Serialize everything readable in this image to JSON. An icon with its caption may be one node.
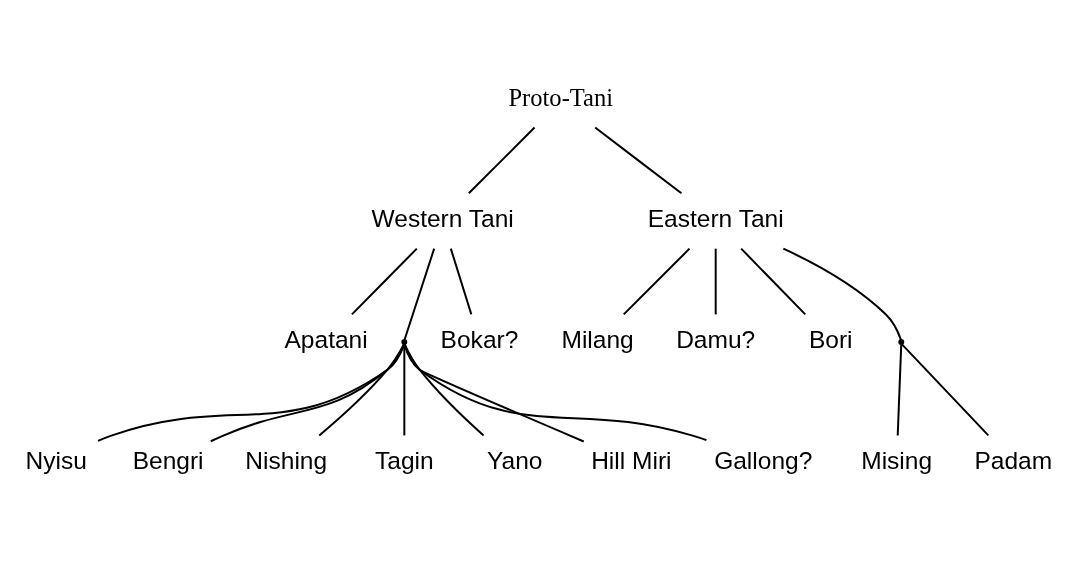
{
  "diagram": {
    "nodes": [
      {
        "text": [
          "Proto-Tani"
        ]
      },
      {
        "text": [
          "Western Tani"
        ]
      },
      {
        "text": [
          "Eastern Tani"
        ]
      },
      {
        "text": [
          "Milang"
        ]
      },
      {
        "text": [
          "Apatani"
        ]
      },
      {
        "text": [
          "Damu?"
        ]
      },
      {
        "text": [
          "Bori"
        ]
      },
      {
        "text": [],
        "shape": "point"
      },
      {
        "text": [],
        "shape": "point"
      },
      {
        "text": [
          "Bokar?"
        ]
      },
      {
        "text": [
          "Mising"
        ]
      },
      {
        "text": [
          "Padam"
        ]
      },
      {
        "text": [
          "Nyisu"
        ]
      },
      {
        "text": [
          "Bengri"
        ]
      },
      {
        "text": [
          "Nishing"
        ]
      },
      {
        "text": [
          "Tagin"
        ]
      },
      {
        "text": [
          "Yano"
        ]
      },
      {
        "text": [
          "Hill Miri"
        ]
      },
      {
        "text": [
          "Gallong?"
        ]
      }
    ],
    "edges": [
      {
        "from": 0,
        "to": 1,
        "arrow": "none"
      },
      {
        "from": 0,
        "to": 2,
        "arrow": "none"
      },
      {
        "from": 1,
        "to": 4,
        "arrow": "none"
      },
      {
        "from": 1,
        "to": 7,
        "arrow": "none"
      },
      {
        "from": 1,
        "to": 9,
        "arrow": "none"
      },
      {
        "from": 7,
        "to": 12,
        "arrow": "none"
      },
      {
        "from": 7,
        "to": 13,
        "arrow": "none"
      },
      {
        "from": 7,
        "to": 14,
        "arrow": "none"
      },
      {
        "from": 7,
        "to": 15,
        "arrow": "none"
      },
      {
        "from": 7,
        "to": 16,
        "arrow": "none"
      },
      {
        "from": 7,
        "to": 17,
        "arrow": "none"
      },
      {
        "from": 7,
        "to": 18,
        "arrow": "none"
      },
      {
        "from": 2,
        "to": 5,
        "arrow": "none"
      },
      {
        "from": 2,
        "to": 6,
        "arrow": "none"
      },
      {
        "from": 2,
        "to": 8,
        "arrow": "none"
      },
      {
        "from": 2,
        "to": 3,
        "arrow": "none"
      },
      {
        "from": 8,
        "to": 10,
        "arrow": "none"
      },
      {
        "from": 8,
        "to": 11,
        "arrow": "none"
      }
    ]
  }
}
